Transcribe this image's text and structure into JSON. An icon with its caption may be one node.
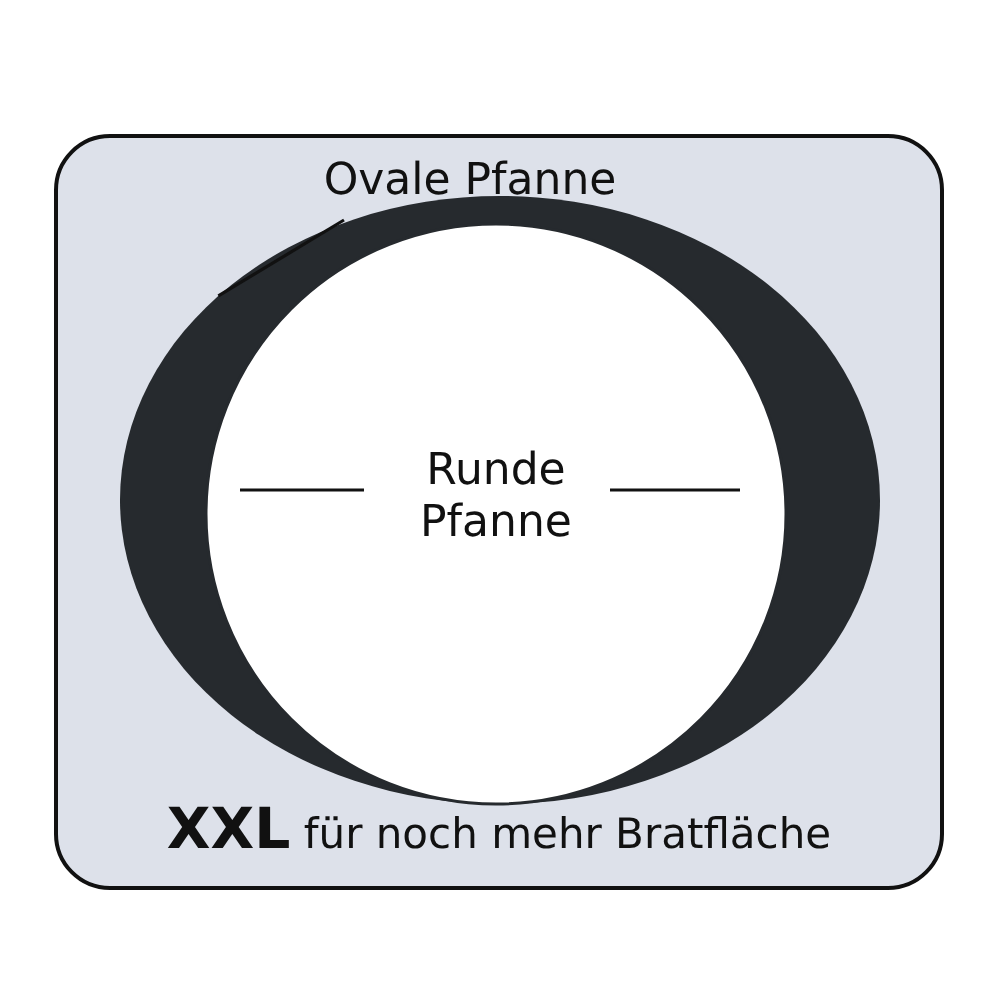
{
  "diagram": {
    "nodes": [
      {
        "text": [
          "Ovale Pfanne"
        ]
      },
      {
        "text": [],
        "shape": "ellipse"
      },
      {
        "text": [
          "Runde Pfanne"
        ],
        "in": 1
      }
    ],
    "edges": [
      {
        "from": 0,
        "to": 1,
        "arrow": "none"
      }
    ],
    "labels": [
      "**XXL** für noch mehr Bratfläche"
    ]
  }
}
